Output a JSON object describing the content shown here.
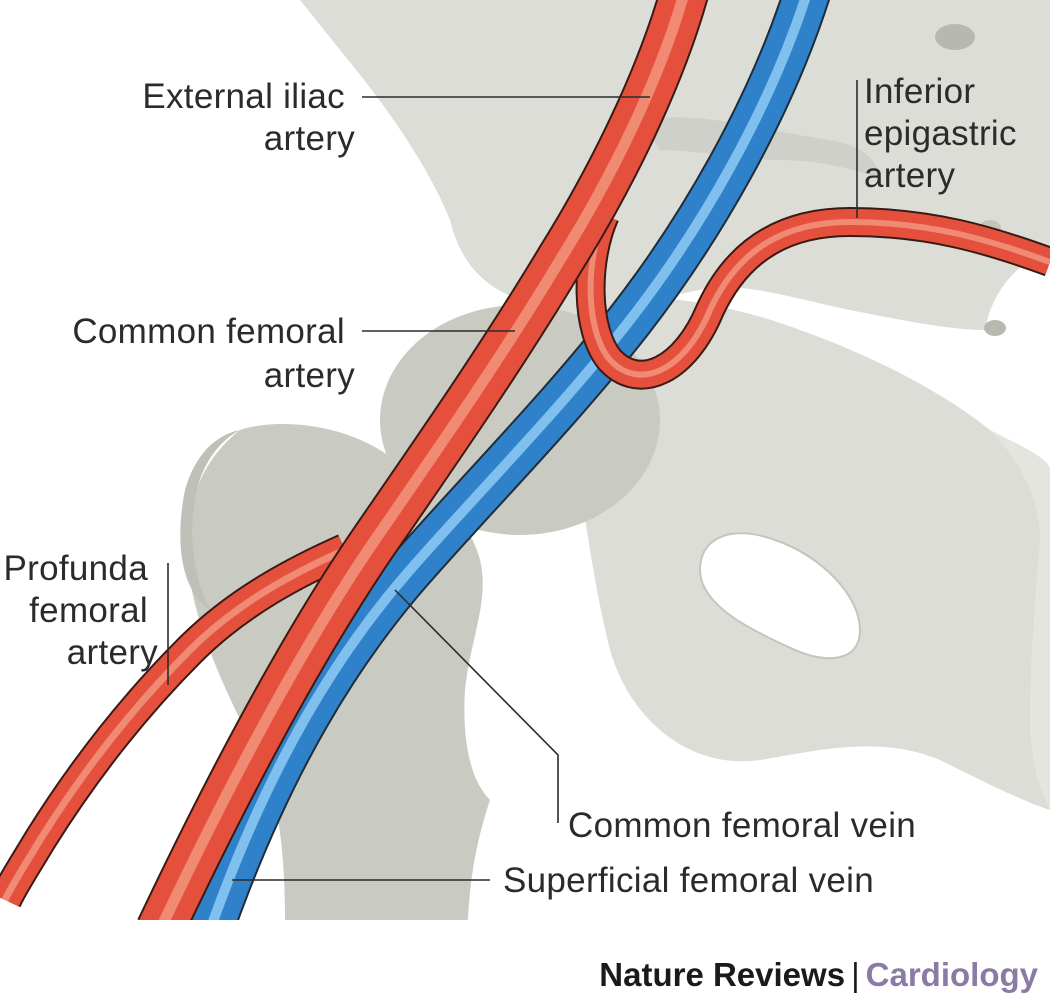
{
  "labels": {
    "external_iliac": [
      "External iliac",
      "artery"
    ],
    "inferior_epigastric": [
      "Inferior",
      "epigastric",
      "artery"
    ],
    "common_femoral_artery": [
      "Common femoral",
      "artery"
    ],
    "profunda_femoral": [
      "Profunda",
      "femoral",
      "artery"
    ],
    "common_femoral_vein": "Common femoral vein",
    "superficial_femoral_vein": "Superficial femoral vein"
  },
  "credit": {
    "journal": "Nature Reviews",
    "separator": "|",
    "subject": "Cardiology"
  },
  "colors": {
    "artery": "#e5503d",
    "artery_highlight": "#f08a72",
    "vein": "#2f82c9",
    "vein_highlight": "#7fc0ee",
    "bone": "#c9cbc3",
    "bone_light": "#dcddd7",
    "subject_accent": "#8a7aa6"
  }
}
